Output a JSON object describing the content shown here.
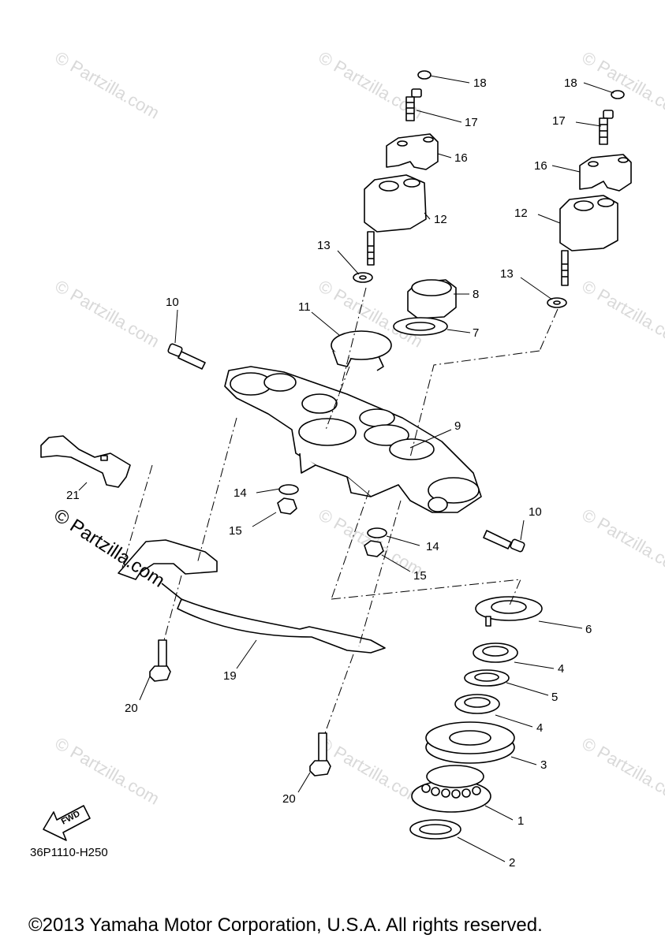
{
  "watermark": {
    "small": "© Partzilla.com",
    "large": "© Partzilla.com"
  },
  "callouts": {
    "c1": "1",
    "c2": "2",
    "c3": "3",
    "c4a": "4",
    "c4b": "4",
    "c5": "5",
    "c6": "6",
    "c7": "7",
    "c8": "8",
    "c9": "9",
    "c10a": "10",
    "c10b": "10",
    "c11": "11",
    "c12a": "12",
    "c12b": "12",
    "c13a": "13",
    "c13b": "13",
    "c14a": "14",
    "c14b": "14",
    "c15a": "15",
    "c15b": "15",
    "c16a": "16",
    "c16b": "16",
    "c17a": "17",
    "c17b": "17",
    "c18a": "18",
    "c18b": "18",
    "c19": "19",
    "c20a": "20",
    "c20b": "20",
    "c21": "21"
  },
  "fwd_label": "FWD",
  "figure_code": "36P1110-H250",
  "copyright": "©2013 Yamaha Motor Corporation, U.S.A. All rights reserved."
}
